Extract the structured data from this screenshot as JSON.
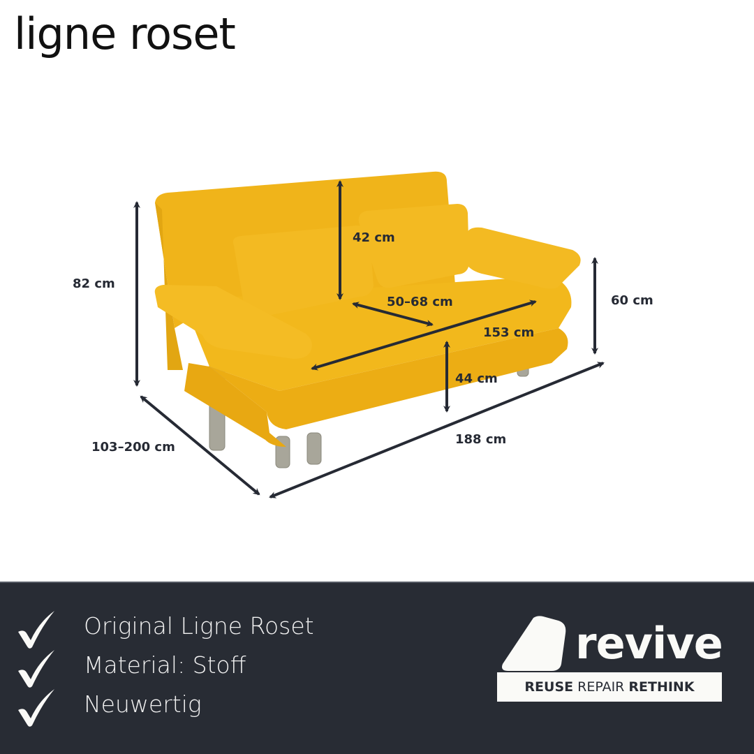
{
  "brand": {
    "logo_text": "ligne roset"
  },
  "dimensions": {
    "total_height": "82 cm",
    "backrest_height": "42 cm",
    "seat_depth": "50–68 cm",
    "seat_width": "153 cm",
    "armrest_height": "60 cm",
    "seat_height": "44 cm",
    "depth": "103–200 cm",
    "width": "188 cm"
  },
  "colors": {
    "sofa": "#f2b81c",
    "arrows": "#262a34",
    "footer_bg": "#282c34",
    "footer_text": "#f2f2f2"
  },
  "features": [
    {
      "icon": "checkmark-icon",
      "text": "Original Ligne Roset"
    },
    {
      "icon": "checkmark-icon",
      "text": "Material: Stoff"
    },
    {
      "icon": "checkmark-icon",
      "text": "Neuwertig"
    }
  ],
  "revive": {
    "name": "revive",
    "tagline": {
      "part1": "REUSE",
      "part2": "REPAIR",
      "part3": "RETHINK"
    }
  }
}
